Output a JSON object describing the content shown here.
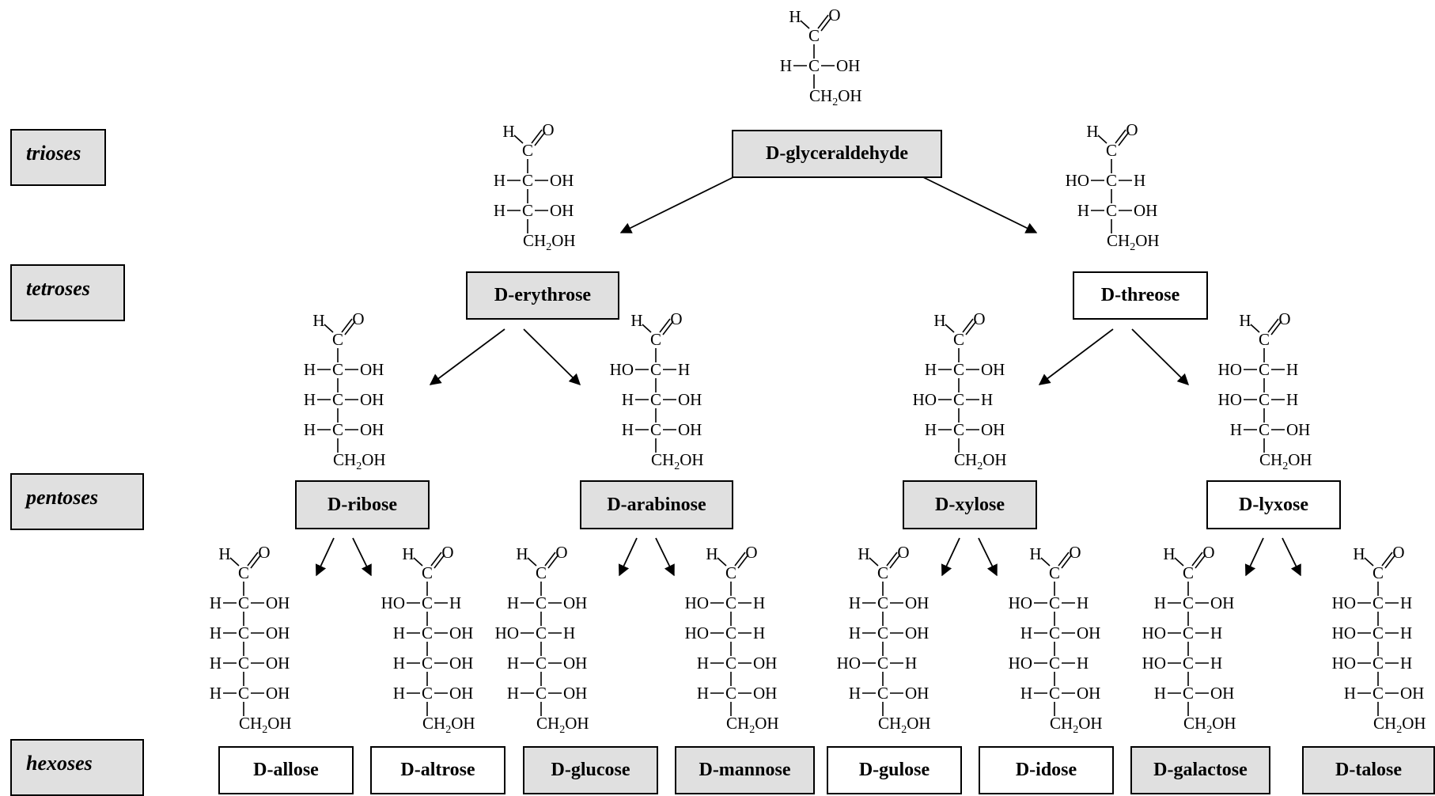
{
  "categories": [
    "trioses",
    "tetroses",
    "pentoses",
    "hexoses"
  ],
  "sugars": {
    "glyceraldehyde": {
      "name": "D-glyceraldehyde",
      "shade": "gray",
      "rows": [
        [
          "H",
          "OH"
        ]
      ]
    },
    "erythrose": {
      "name": "D-erythrose",
      "shade": "gray",
      "rows": [
        [
          "H",
          "OH"
        ],
        [
          "H",
          "OH"
        ]
      ]
    },
    "threose": {
      "name": "D-threose",
      "shade": "white",
      "rows": [
        [
          "HO",
          "H"
        ],
        [
          "H",
          "OH"
        ]
      ]
    },
    "ribose": {
      "name": "D-ribose",
      "shade": "gray",
      "rows": [
        [
          "H",
          "OH"
        ],
        [
          "H",
          "OH"
        ],
        [
          "H",
          "OH"
        ]
      ]
    },
    "arabinose": {
      "name": "D-arabinose",
      "shade": "gray",
      "rows": [
        [
          "HO",
          "H"
        ],
        [
          "H",
          "OH"
        ],
        [
          "H",
          "OH"
        ]
      ]
    },
    "xylose": {
      "name": "D-xylose",
      "shade": "gray",
      "rows": [
        [
          "H",
          "OH"
        ],
        [
          "HO",
          "H"
        ],
        [
          "H",
          "OH"
        ]
      ]
    },
    "lyxose": {
      "name": "D-lyxose",
      "shade": "white",
      "rows": [
        [
          "HO",
          "H"
        ],
        [
          "HO",
          "H"
        ],
        [
          "H",
          "OH"
        ]
      ]
    },
    "allose": {
      "name": "D-allose",
      "shade": "white",
      "rows": [
        [
          "H",
          "OH"
        ],
        [
          "H",
          "OH"
        ],
        [
          "H",
          "OH"
        ],
        [
          "H",
          "OH"
        ]
      ]
    },
    "altrose": {
      "name": "D-altrose",
      "shade": "white",
      "rows": [
        [
          "HO",
          "H"
        ],
        [
          "H",
          "OH"
        ],
        [
          "H",
          "OH"
        ],
        [
          "H",
          "OH"
        ]
      ]
    },
    "glucose": {
      "name": "D-glucose",
      "shade": "gray",
      "rows": [
        [
          "H",
          "OH"
        ],
        [
          "HO",
          "H"
        ],
        [
          "H",
          "OH"
        ],
        [
          "H",
          "OH"
        ]
      ]
    },
    "mannose": {
      "name": "D-mannose",
      "shade": "gray",
      "rows": [
        [
          "HO",
          "H"
        ],
        [
          "HO",
          "H"
        ],
        [
          "H",
          "OH"
        ],
        [
          "H",
          "OH"
        ]
      ]
    },
    "gulose": {
      "name": "D-gulose",
      "shade": "white",
      "rows": [
        [
          "H",
          "OH"
        ],
        [
          "H",
          "OH"
        ],
        [
          "HO",
          "H"
        ],
        [
          "H",
          "OH"
        ]
      ]
    },
    "idose": {
      "name": "D-idose",
      "shade": "white",
      "rows": [
        [
          "HO",
          "H"
        ],
        [
          "H",
          "OH"
        ],
        [
          "HO",
          "H"
        ],
        [
          "H",
          "OH"
        ]
      ]
    },
    "galactose": {
      "name": "D-galactose",
      "shade": "gray",
      "rows": [
        [
          "H",
          "OH"
        ],
        [
          "HO",
          "H"
        ],
        [
          "HO",
          "H"
        ],
        [
          "H",
          "OH"
        ]
      ]
    },
    "talose": {
      "name": "D-talose",
      "shade": "gray",
      "rows": [
        [
          "HO",
          "H"
        ],
        [
          "HO",
          "H"
        ],
        [
          "HO",
          "H"
        ],
        [
          "H",
          "OH"
        ]
      ]
    }
  },
  "formula": {
    "aldehyde_h": "H",
    "aldehyde_c": "C",
    "aldehyde_o": "O",
    "carbon": "C",
    "terminal": "CH2OH"
  },
  "colors": {
    "shaded_box": "#e0e0e0",
    "white_box": "#ffffff",
    "line": "#000000"
  }
}
